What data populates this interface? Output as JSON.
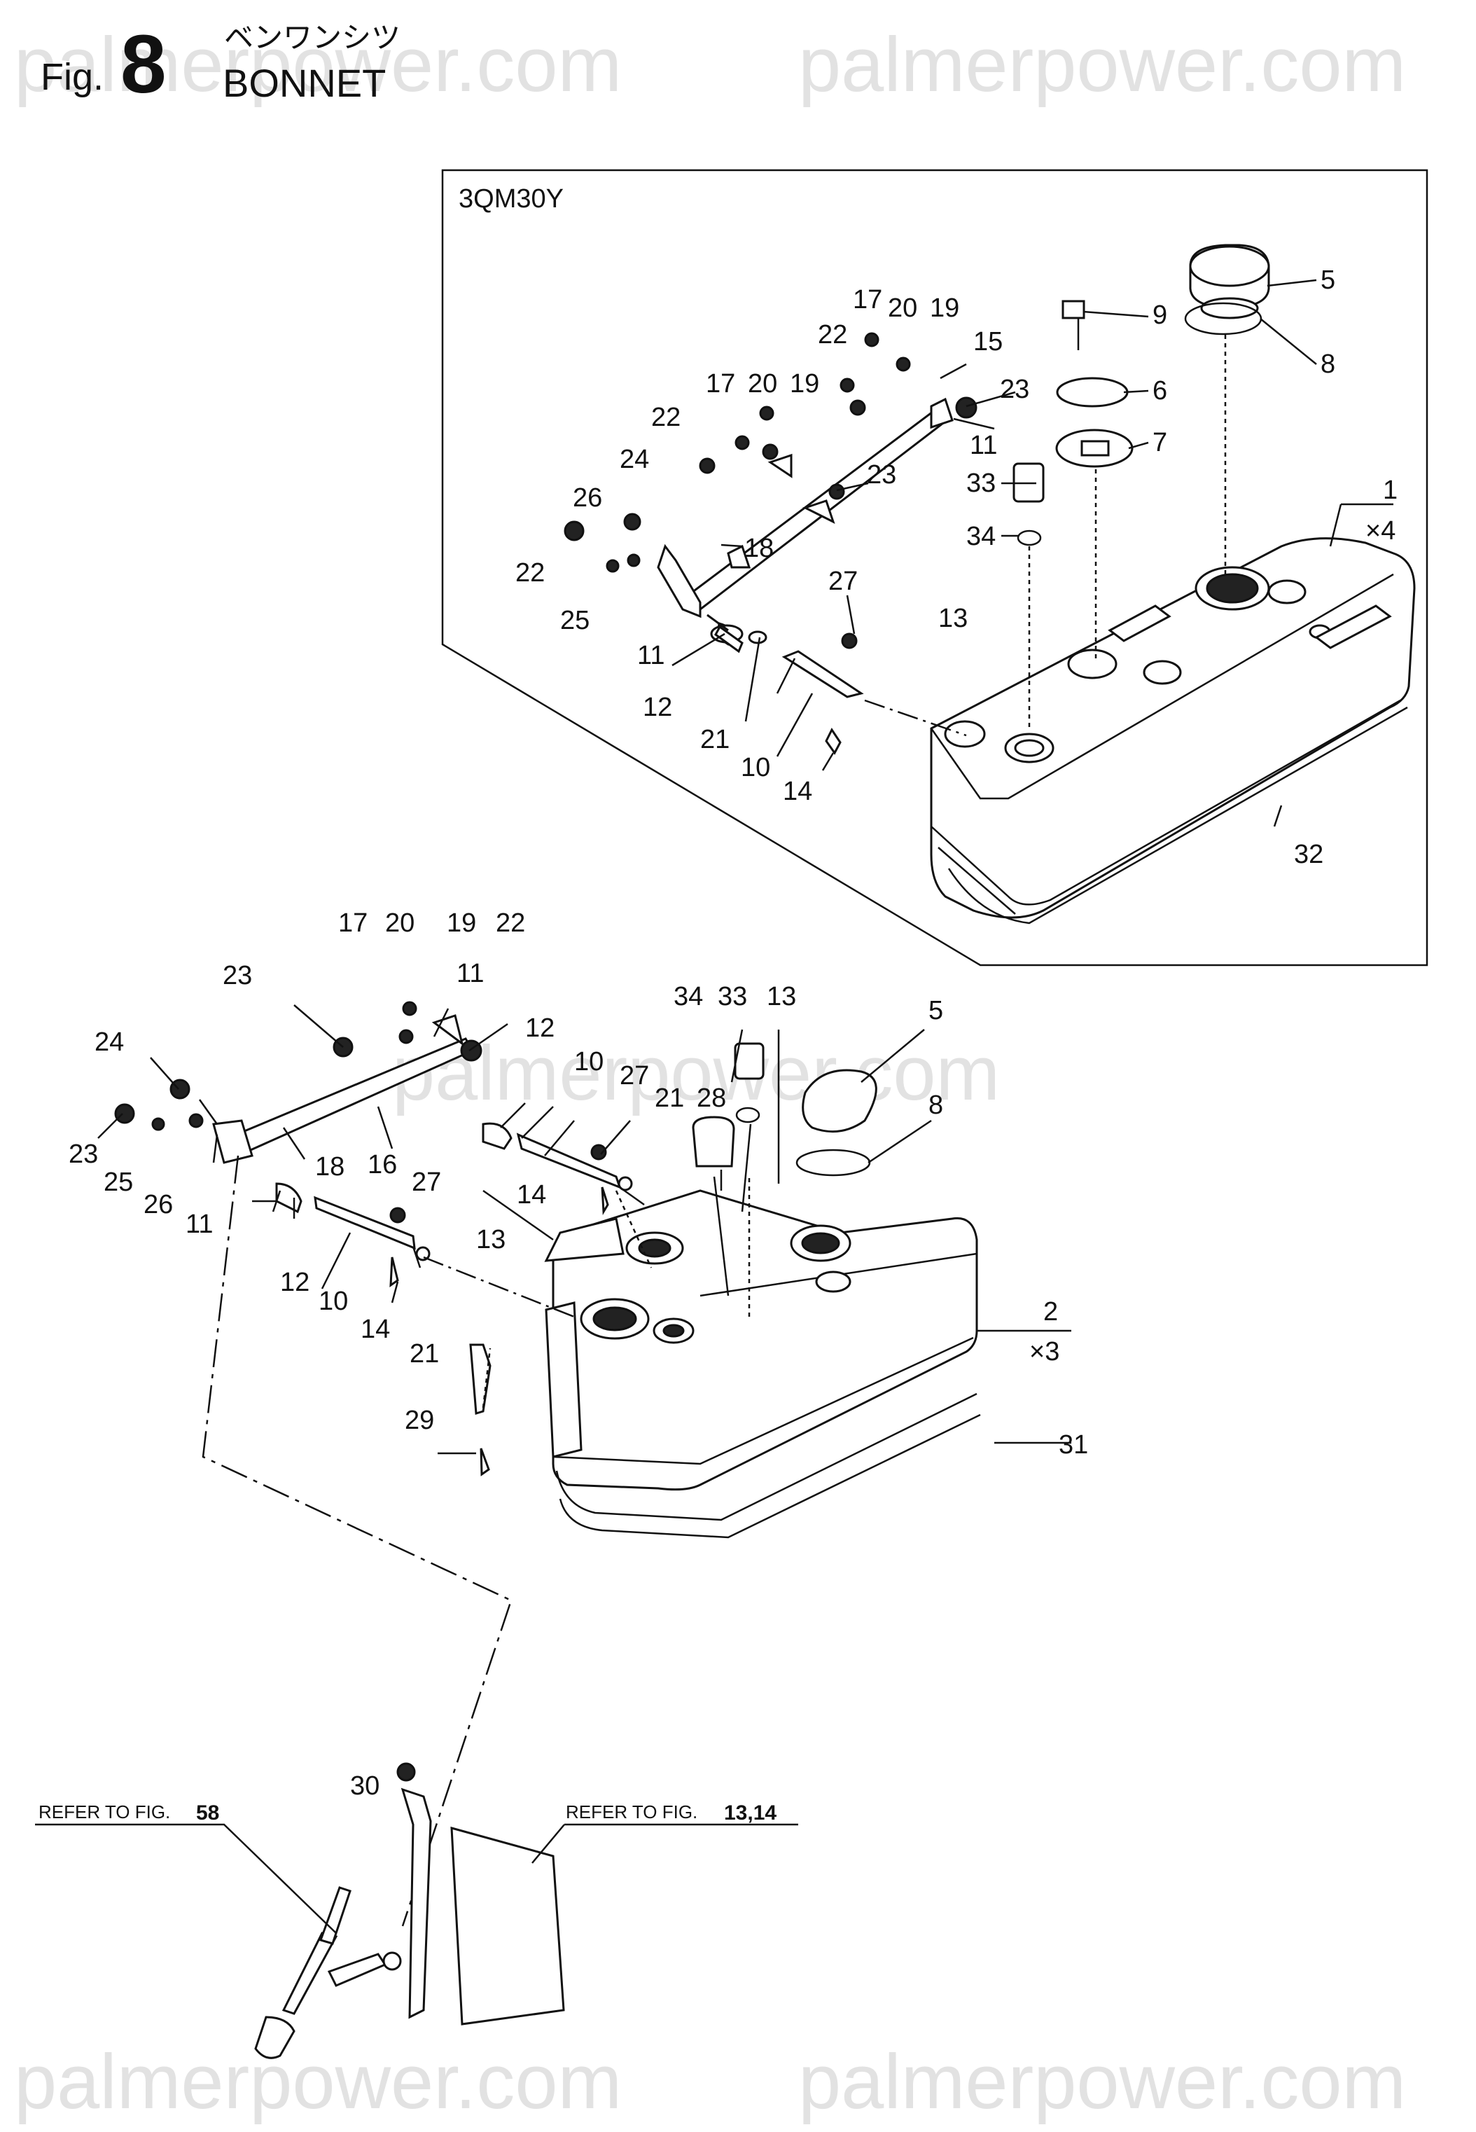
{
  "header": {
    "fig_prefix": "Fig.",
    "fig_number": "8",
    "title_jp": "ベンワンシツ",
    "title_en": "BONNET"
  },
  "watermark": "palmerpower.com",
  "inset": {
    "model": "3QM30Y",
    "qty_label": {
      "num": "1",
      "mult": "×4"
    }
  },
  "main_qty_label": {
    "num": "2",
    "mult": "×3"
  },
  "references": [
    {
      "prefix": "REFER TO FIG.",
      "figs": "58"
    },
    {
      "prefix": "REFER TO FIG.",
      "figs": "13,14"
    }
  ],
  "callouts_inset": [
    "17",
    "20",
    "19",
    "15",
    "22",
    "23",
    "17",
    "20",
    "19",
    "22",
    "11",
    "23",
    "24",
    "26",
    "18",
    "22",
    "25",
    "11",
    "12",
    "21",
    "10",
    "14",
    "27",
    "13",
    "9",
    "6",
    "7",
    "33",
    "34",
    "5",
    "8",
    "32"
  ],
  "callouts_main": [
    "17",
    "20",
    "19",
    "22",
    "23",
    "11",
    "24",
    "12",
    "10",
    "27",
    "21",
    "23",
    "25",
    "26",
    "11",
    "18",
    "16",
    "12",
    "10",
    "14",
    "27",
    "21",
    "14",
    "13",
    "29",
    "34",
    "33",
    "13",
    "5",
    "28",
    "8",
    "30",
    "31"
  ]
}
